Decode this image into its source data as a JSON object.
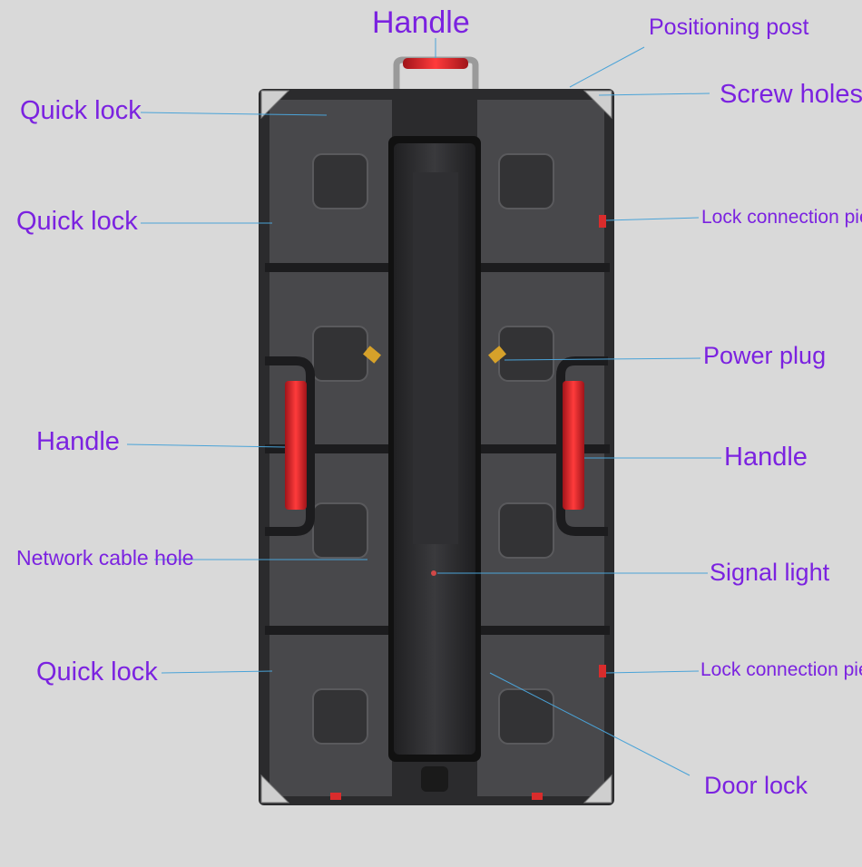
{
  "labels": {
    "handle_top": "Handle",
    "positioning_post": "Positioning post",
    "quick_lock_1": "Quick lock",
    "screw_holes": "Screw holes",
    "quick_lock_2": "Quick lock",
    "lock_connection_1": "Lock connection piece",
    "power_plug": "Power plug",
    "handle_left": "Handle",
    "handle_right": "Handle",
    "network_cable_hole": "Network cable hole",
    "signal_light": "Signal light",
    "quick_lock_3": "Quick lock",
    "lock_connection_2": "Lock connection piece",
    "door_lock": "Door lock"
  },
  "colors": {
    "background": "#d9d9d9",
    "label_text": "#7b22e0",
    "leader_line": "#4aa3d8",
    "cabinet_frame": "#2b2b2d",
    "module_panel": "#4a4a4d",
    "handle_red": "#e0282e"
  }
}
